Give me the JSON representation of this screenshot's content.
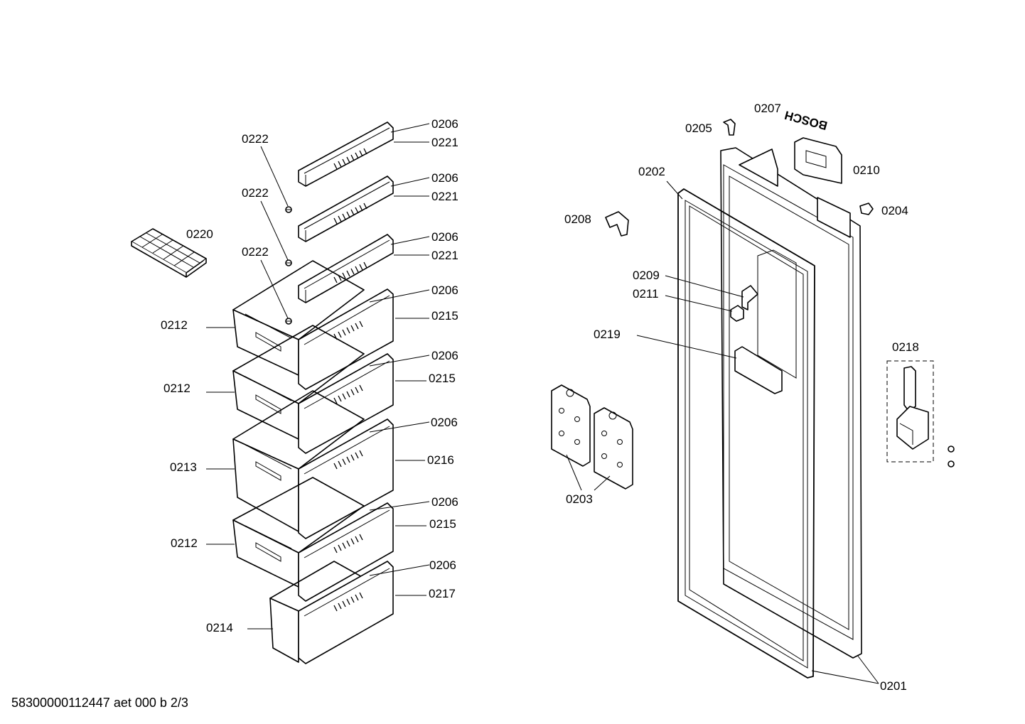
{
  "brand_logo": "BOSCH",
  "footer": "58300000112447 aet 000 b 2/3",
  "labels": [
    {
      "id": "lbl-0206-a",
      "text": "0206"
    },
    {
      "id": "lbl-0221-a",
      "text": "0221"
    },
    {
      "id": "lbl-0222-a",
      "text": "0222"
    },
    {
      "id": "lbl-0206-b",
      "text": "0206"
    },
    {
      "id": "lbl-0221-b",
      "text": "0221"
    },
    {
      "id": "lbl-0222-b",
      "text": "0222"
    },
    {
      "id": "lbl-0220",
      "text": "0220"
    },
    {
      "id": "lbl-0206-c",
      "text": "0206"
    },
    {
      "id": "lbl-0221-c",
      "text": "0221"
    },
    {
      "id": "lbl-0222-c",
      "text": "0222"
    },
    {
      "id": "lbl-0206-d",
      "text": "0206"
    },
    {
      "id": "lbl-0212-a",
      "text": "0212"
    },
    {
      "id": "lbl-0215-a",
      "text": "0215"
    },
    {
      "id": "lbl-0206-e",
      "text": "0206"
    },
    {
      "id": "lbl-0212-b",
      "text": "0212"
    },
    {
      "id": "lbl-0215-b",
      "text": "0215"
    },
    {
      "id": "lbl-0206-f",
      "text": "0206"
    },
    {
      "id": "lbl-0213",
      "text": "0213"
    },
    {
      "id": "lbl-0216",
      "text": "0216"
    },
    {
      "id": "lbl-0206-g",
      "text": "0206"
    },
    {
      "id": "lbl-0215-c",
      "text": "0215"
    },
    {
      "id": "lbl-0212-c",
      "text": "0212"
    },
    {
      "id": "lbl-0206-h",
      "text": "0206"
    },
    {
      "id": "lbl-0217",
      "text": "0217"
    },
    {
      "id": "lbl-0214",
      "text": "0214"
    },
    {
      "id": "lbl-0207",
      "text": "0207"
    },
    {
      "id": "lbl-0205",
      "text": "0205"
    },
    {
      "id": "lbl-0202",
      "text": "0202"
    },
    {
      "id": "lbl-0210",
      "text": "0210"
    },
    {
      "id": "lbl-0208",
      "text": "0208"
    },
    {
      "id": "lbl-0204",
      "text": "0204"
    },
    {
      "id": "lbl-0209",
      "text": "0209"
    },
    {
      "id": "lbl-0211",
      "text": "0211"
    },
    {
      "id": "lbl-0219",
      "text": "0219"
    },
    {
      "id": "lbl-0218",
      "text": "0218"
    },
    {
      "id": "lbl-0203",
      "text": "0203"
    },
    {
      "id": "lbl-0201",
      "text": "0201"
    }
  ]
}
